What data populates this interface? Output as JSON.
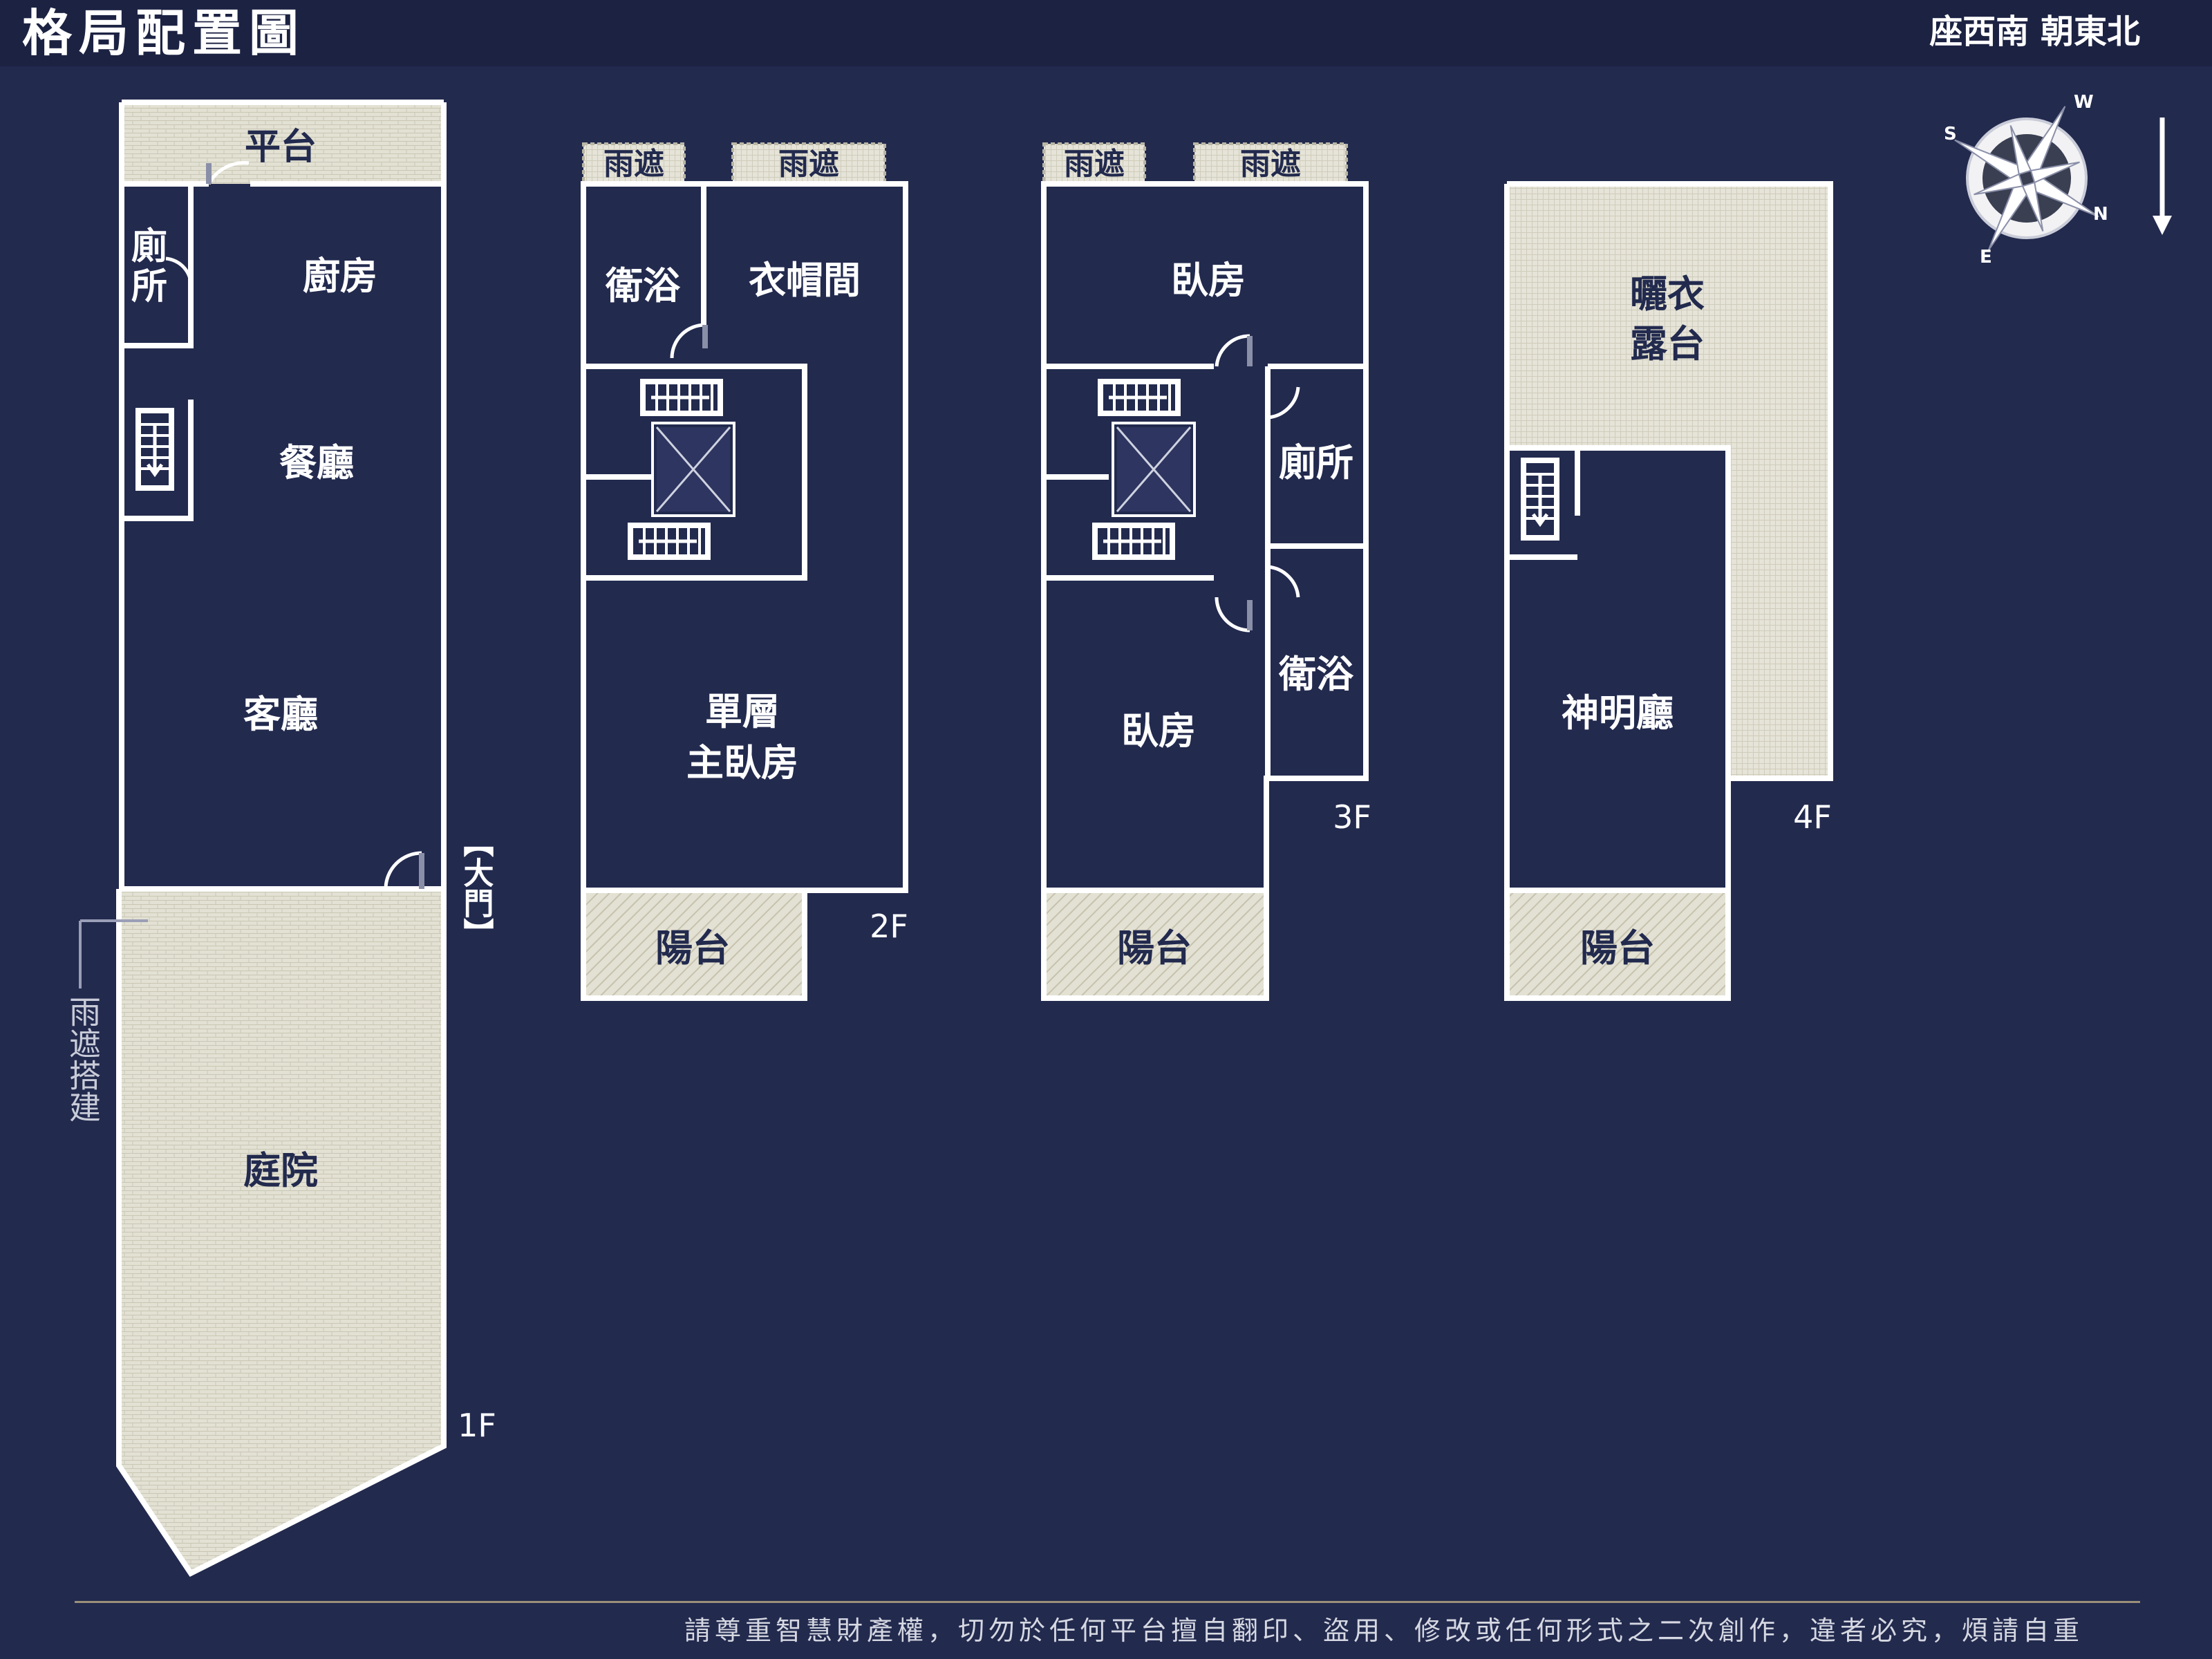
{
  "header": {
    "title": "格局配置圖",
    "orientation": "座西南 朝東北"
  },
  "compass": {
    "letters": [
      "W",
      "N",
      "E",
      "S"
    ],
    "arrow": "down-arrow"
  },
  "floors": {
    "f1": {
      "label": "1F",
      "rooms": {
        "platform": "平台",
        "toilet": "廁所",
        "kitchen": "廚房",
        "dining": "餐廳",
        "living": "客廳",
        "courtyard": "庭院"
      },
      "main_door": "【大門】",
      "canopy_note": "雨遮搭建"
    },
    "f2": {
      "label": "2F",
      "rooms": {
        "canopy_left": "雨遮",
        "canopy_right": "雨遮",
        "bath": "衛浴",
        "closet": "衣帽間",
        "master_line1": "單層",
        "master_line2": "主臥房",
        "balcony": "陽台"
      }
    },
    "f3": {
      "label": "3F",
      "rooms": {
        "canopy_left": "雨遮",
        "canopy_right": "雨遮",
        "bedroom_top": "臥房",
        "toilet": "廁所",
        "bath": "衛浴",
        "bedroom_bottom": "臥房",
        "balcony": "陽台"
      }
    },
    "f4": {
      "label": "4F",
      "rooms": {
        "drying_line1": "曬衣",
        "drying_line2": "露台",
        "shrine": "神明廳",
        "balcony": "陽台"
      }
    }
  },
  "footer": {
    "copyright": "請尊重智慧財產權，切勿於任何平台擅自翻印、盜用、修改或任何形式之二次創作，違者必究，煩請自重"
  },
  "colors": {
    "background": "#222a4e",
    "header_bar": "#1c2242",
    "wall": "#ffffff",
    "outdoor_fill": "#e3e1d3",
    "text": "#ffffff"
  }
}
